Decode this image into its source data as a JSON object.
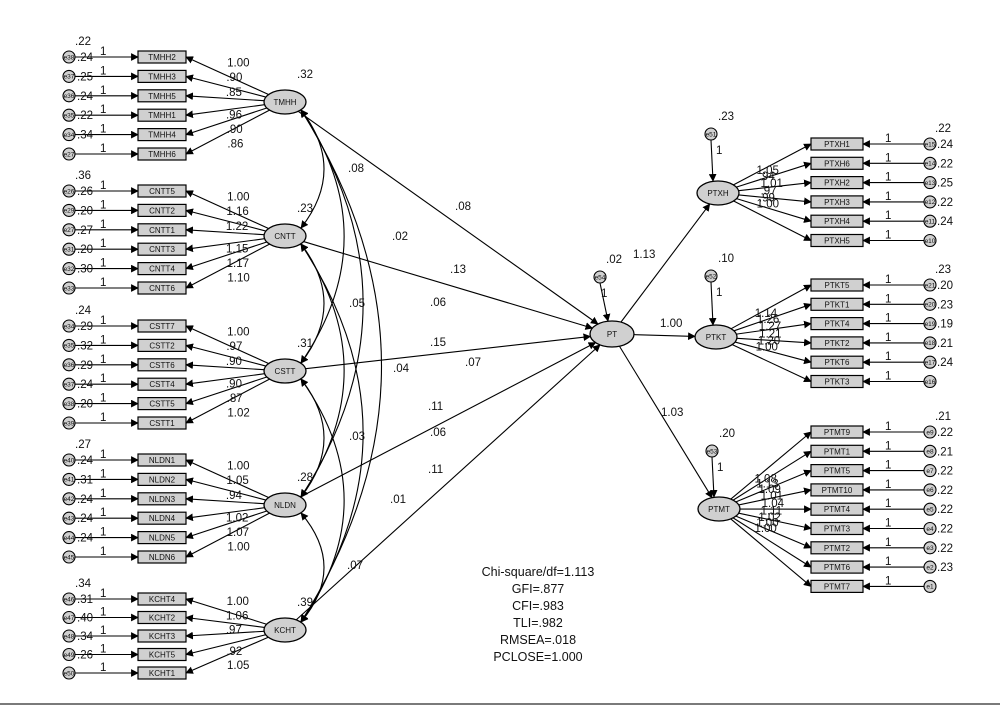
{
  "fit_stats": [
    "Chi-square/df=1.113",
    "GFI=.877",
    "CFI=.983",
    "TLI=.982",
    "RMSEA=.018",
    "PCLOSE=1.000"
  ],
  "exogenous": [
    {
      "name": "TMHH",
      "variance": ".32",
      "items": [
        {
          "name": "TMHH2",
          "err": "e38",
          "err_var": ".24",
          "r2": ".22",
          "loading": "1.00"
        },
        {
          "name": "TMHH3",
          "err": "e37",
          "err_var": ".25",
          "loading": ".90"
        },
        {
          "name": "TMHH5",
          "err": "e36",
          "err_var": ".24",
          "loading": ".85"
        },
        {
          "name": "TMHH1",
          "err": "e35",
          "err_var": ".22",
          "loading": ".96"
        },
        {
          "name": "TMHH4",
          "err": "e34",
          "err_var": ".34",
          "loading": ".90"
        },
        {
          "name": "TMHH6",
          "err": "e27",
          "err_var": "",
          "loading": ".86"
        }
      ]
    },
    {
      "name": "CNTT",
      "variance": ".23",
      "items": [
        {
          "name": "CNTT5",
          "err": "e26",
          "err_var": ".26",
          "r2": ".36",
          "loading": "1.00"
        },
        {
          "name": "CNTT2",
          "err": "e29",
          "err_var": ".20",
          "loading": "1.16"
        },
        {
          "name": "CNTT1",
          "err": "e27",
          "err_var": ".27",
          "loading": "1.22"
        },
        {
          "name": "CNTT3",
          "err": "e31",
          "err_var": ".20",
          "loading": "1.15"
        },
        {
          "name": "CNTT4",
          "err": "e32",
          "err_var": ".30",
          "loading": "1.17"
        },
        {
          "name": "CNTT6",
          "err": "e33",
          "err_var": "",
          "loading": "1.10"
        }
      ]
    },
    {
      "name": "CSTT",
      "variance": ".31",
      "items": [
        {
          "name": "CSTT7",
          "err": "e34",
          "err_var": ".29",
          "r2": ".24",
          "loading": "1.00"
        },
        {
          "name": "CSTT2",
          "err": "e35",
          "err_var": ".32",
          "loading": ".97"
        },
        {
          "name": "CSTT6",
          "err": "e36",
          "err_var": ".29",
          "loading": ".90"
        },
        {
          "name": "CSTT4",
          "err": "e37",
          "err_var": ".24",
          "loading": ".90"
        },
        {
          "name": "CSTT5",
          "err": "e38",
          "err_var": ".20",
          "loading": ".87"
        },
        {
          "name": "CSTT1",
          "err": "e39",
          "err_var": "",
          "loading": "1.02"
        }
      ]
    },
    {
      "name": "NLDN",
      "variance": ".28",
      "items": [
        {
          "name": "NLDN1",
          "err": "e40",
          "err_var": ".24",
          "r2": ".27",
          "loading": "1.00"
        },
        {
          "name": "NLDN2",
          "err": "e41",
          "err_var": ".31",
          "loading": "1.05"
        },
        {
          "name": "NLDN3",
          "err": "e42",
          "err_var": ".24",
          "loading": ".94"
        },
        {
          "name": "NLDN4",
          "err": "e43",
          "err_var": ".24",
          "loading": "1.02"
        },
        {
          "name": "NLDN5",
          "err": "e44",
          "err_var": ".24",
          "loading": "1.07"
        },
        {
          "name": "NLDN6",
          "err": "e45",
          "err_var": "",
          "loading": "1.00"
        }
      ]
    },
    {
      "name": "KCHT",
      "variance": ".39",
      "items": [
        {
          "name": "KCHT4",
          "err": "e46",
          "err_var": ".31",
          "r2": ".34",
          "loading": "1.00"
        },
        {
          "name": "KCHT2",
          "err": "e47",
          "err_var": ".40",
          "loading": "1.06"
        },
        {
          "name": "KCHT3",
          "err": "e48",
          "err_var": ".34",
          "loading": ".97"
        },
        {
          "name": "KCHT5",
          "err": "e49",
          "err_var": ".26",
          "loading": ".92"
        },
        {
          "name": "KCHT1",
          "err": "e50",
          "err_var": "",
          "loading": "1.05"
        }
      ]
    }
  ],
  "covariances": [
    {
      "from": "TMHH",
      "to": "CNTT",
      "value": ".08"
    },
    {
      "from": "TMHH",
      "to": "CSTT",
      "value": ".02"
    },
    {
      "from": "TMHH",
      "to": "NLDN",
      "value": ".06"
    },
    {
      "from": "TMHH",
      "to": "KCHT",
      "value": ".07"
    },
    {
      "from": "CNTT",
      "to": "CSTT",
      "value": ".05"
    },
    {
      "from": "CNTT",
      "to": "NLDN",
      "value": ".04"
    },
    {
      "from": "CNTT",
      "to": "KCHT",
      "value": ".06"
    },
    {
      "from": "CSTT",
      "to": "NLDN",
      "value": ".03"
    },
    {
      "from": "CSTT",
      "to": "KCHT",
      "value": ".01"
    },
    {
      "from": "NLDN",
      "to": "KCHT",
      "value": ".07"
    }
  ],
  "paths_to_pt": [
    {
      "from": "TMHH",
      "value": ".08"
    },
    {
      "from": "CNTT",
      "value": ".13"
    },
    {
      "from": "CSTT",
      "value": ".15"
    },
    {
      "from": "NLDN",
      "value": ".11"
    },
    {
      "from": "KCHT",
      "value": ".11"
    }
  ],
  "pt": {
    "name": "PT",
    "err": "e54",
    "err_var": ".02",
    "err_weight": "1"
  },
  "second_order": [
    {
      "name": "PTXH",
      "path": "1.13",
      "res": "e51",
      "res_var": ".23",
      "res_weight": "1",
      "items": [
        {
          "name": "PTXH1",
          "err": "e15",
          "err_var": ".24",
          "r2": ".22",
          "loading": "1.05"
        },
        {
          "name": "PTXH6",
          "err": "e14",
          "err_var": ".22",
          "loading": ".94"
        },
        {
          "name": "PTXH2",
          "err": "e13",
          "err_var": ".25",
          "loading": "1.01"
        },
        {
          "name": "PTXH3",
          "err": "e12",
          "err_var": ".22",
          "loading": ".97"
        },
        {
          "name": "PTXH4",
          "err": "e11",
          "err_var": ".24",
          "loading": ".99"
        },
        {
          "name": "PTXH5",
          "err": "e10",
          "err_var": "",
          "loading": "1.00"
        }
      ]
    },
    {
      "name": "PTKT",
      "path": "1.00",
      "res": "e52",
      "res_var": ".10",
      "res_weight": "1",
      "items": [
        {
          "name": "PTKT5",
          "err": "e21",
          "err_var": ".20",
          "r2": ".23",
          "loading": "1.14"
        },
        {
          "name": "PTKT1",
          "err": "e20",
          "err_var": ".23",
          "loading": "1.26"
        },
        {
          "name": "PTKT4",
          "err": "e19",
          "err_var": ".19",
          "loading": "1.27"
        },
        {
          "name": "PTKT2",
          "err": "e18",
          "err_var": ".21",
          "loading": "1.21"
        },
        {
          "name": "PTKT6",
          "err": "e17",
          "err_var": ".24",
          "loading": "1.20"
        },
        {
          "name": "PTKT3",
          "err": "e16",
          "err_var": "",
          "loading": "1.00"
        }
      ]
    },
    {
      "name": "PTMT",
      "path": "1.03",
      "res": "e53",
      "res_var": ".20",
      "res_weight": "1",
      "items": [
        {
          "name": "PTMT9",
          "err": "e9",
          "err_var": ".22",
          "r2": ".21",
          "loading": "1.08"
        },
        {
          "name": "PTMT1",
          "err": "e8",
          "err_var": ".21",
          "loading": "1.13"
        },
        {
          "name": "PTMT5",
          "err": "e7",
          "err_var": ".22",
          "loading": "1.09"
        },
        {
          "name": "PTMT10",
          "err": "e6",
          "err_var": ".22",
          "loading": "1.01"
        },
        {
          "name": "PTMT4",
          "err": "e5",
          "err_var": ".22",
          "loading": "1.04"
        },
        {
          "name": "PTMT3",
          "err": "e4",
          "err_var": ".22",
          "loading": "1.11"
        },
        {
          "name": "PTMT2",
          "err": "e3",
          "err_var": ".22",
          "loading": "1.02"
        },
        {
          "name": "PTMT6",
          "err": "e2",
          "err_var": ".23",
          "loading": "1.00"
        },
        {
          "name": "PTMT7",
          "err": "e1",
          "err_var": "",
          "loading": "1.00"
        }
      ]
    }
  ],
  "fixed_weight": "1"
}
